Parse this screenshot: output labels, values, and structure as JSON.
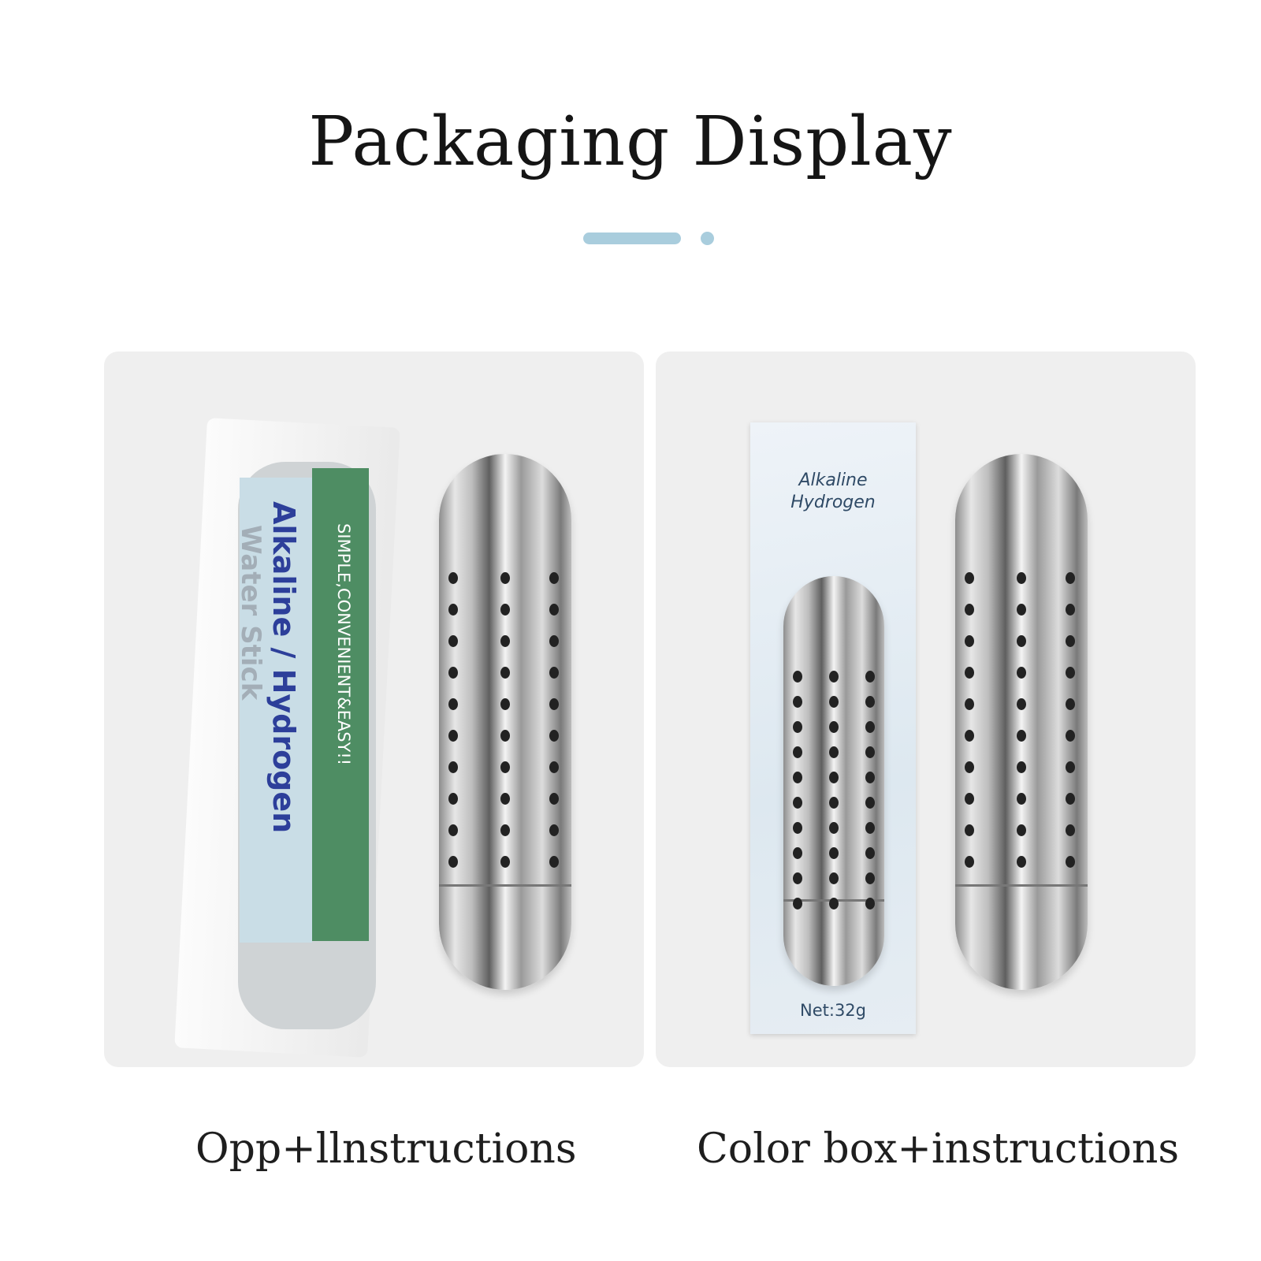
{
  "header": {
    "title": "Packaging Display"
  },
  "panels": [
    {
      "caption": "Opp+llnstructions",
      "label_main": "Alkaline / Hydrogen",
      "label_sub": "Water Stick",
      "label_slogan": "SIMPLE,CONVENIENT&EASY!!"
    },
    {
      "caption": "Color box+instructions",
      "box_title_1": "Alkaline",
      "box_title_2": "Hydrogen",
      "box_net": "Net:32g"
    }
  ],
  "colors": {
    "accent": "#a9cddd",
    "card": "#efefef",
    "label_green": "#4e8d63",
    "label_blue_text": "#2d3f9a"
  }
}
